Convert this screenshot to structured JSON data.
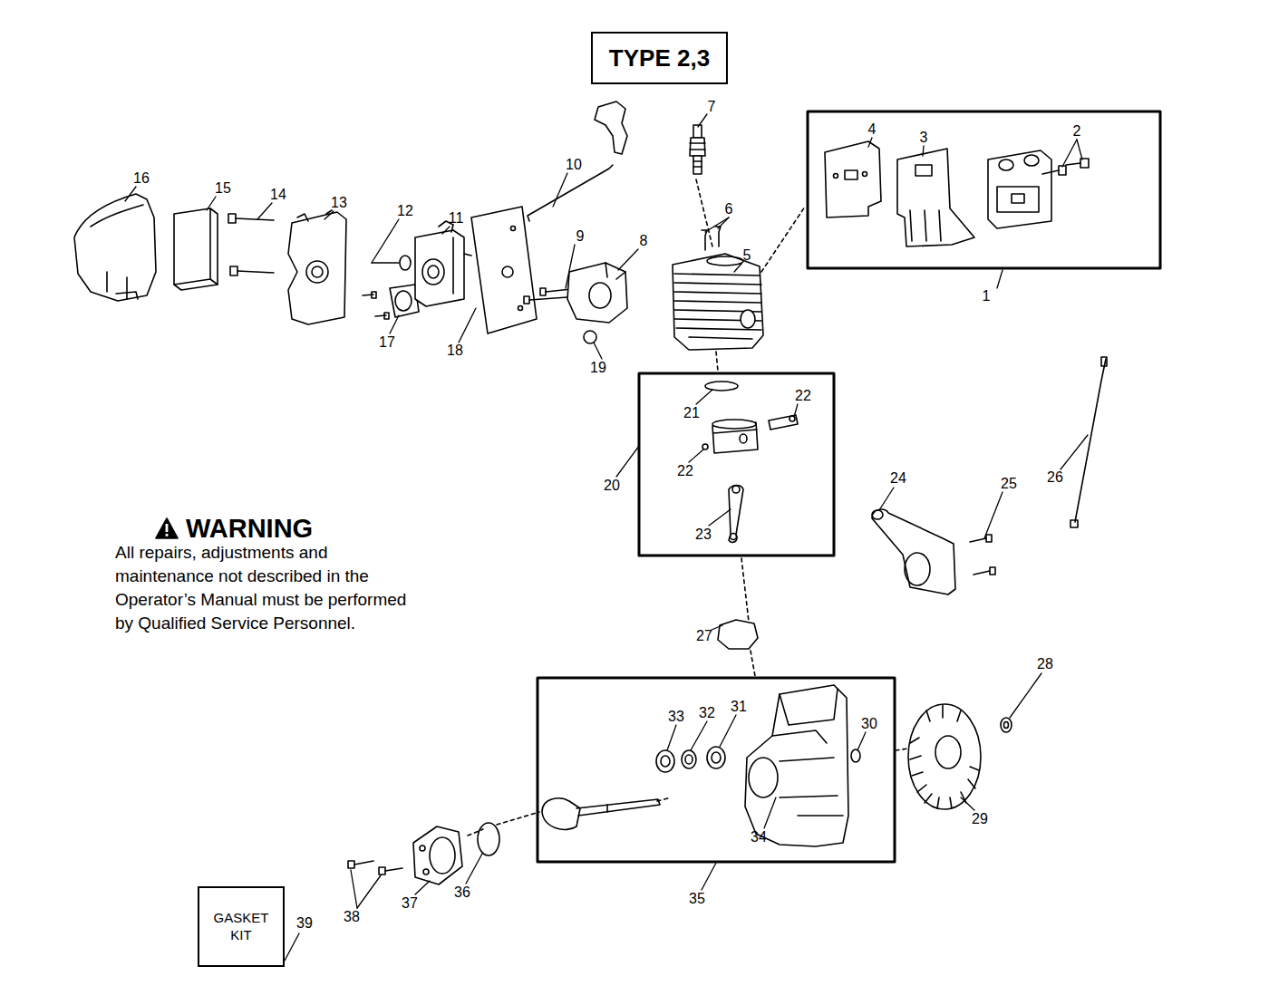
{
  "diagram": {
    "nodes": [
      {
        "text": [
          "TYPE 2,3"
        ]
      },
      {
        "text": [
          "GASKET KIT"
        ]
      }
    ],
    "labels": [
      "7",
      "10",
      "16",
      "15",
      "14",
      "13",
      "12",
      "11",
      "4",
      "3",
      "2",
      "6",
      "9",
      "8",
      "5",
      "1",
      "17",
      "18",
      "19",
      "21",
      "22",
      "22",
      "20",
      "23",
      "24",
      "25",
      "26",
      "WARNING",
      "All repairs, adjustments and maintenance not described in the Operator’s Manual must be performed by Qualified Service Personnel.",
      "27",
      "28",
      "33",
      "32",
      "31",
      "30",
      "34",
      "29",
      "35",
      "36",
      "37",
      "38",
      "39"
    ]
  }
}
